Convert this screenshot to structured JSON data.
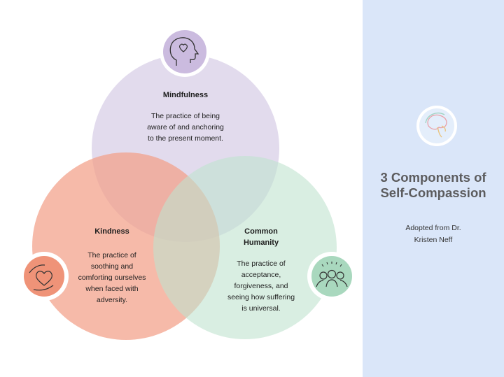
{
  "panel": {
    "title_line1": "3 Components of",
    "title_line2": "Self-Compassion",
    "subtitle_line1": "Adopted from Dr.",
    "subtitle_line2": "Kristen Neff",
    "icon": "brain-icon",
    "background": "#dae6f9"
  },
  "components": [
    {
      "title": "Mindfulness",
      "lines": [
        "The practice of being",
        "aware of and anchoring",
        "to the present moment."
      ],
      "icon": "head-heart-icon",
      "color": "#ddd5ea",
      "icon_color": "#cbbbdf"
    },
    {
      "title": "Kindness",
      "lines": [
        "The practice of",
        "soothing and",
        "comforting ourselves",
        "when faced with",
        "adversity."
      ],
      "icon": "hands-heart-icon",
      "color": "#f2a088",
      "icon_color": "#ef9378"
    },
    {
      "title_lines": [
        "Common",
        "Humanity"
      ],
      "lines": [
        "The practice of",
        "acceptance,",
        "forgiveness, and",
        "seeing how suffering",
        "is universal."
      ],
      "icon": "people-group-icon",
      "color": "#bfe3cf",
      "icon_color": "#a9d8be"
    }
  ]
}
